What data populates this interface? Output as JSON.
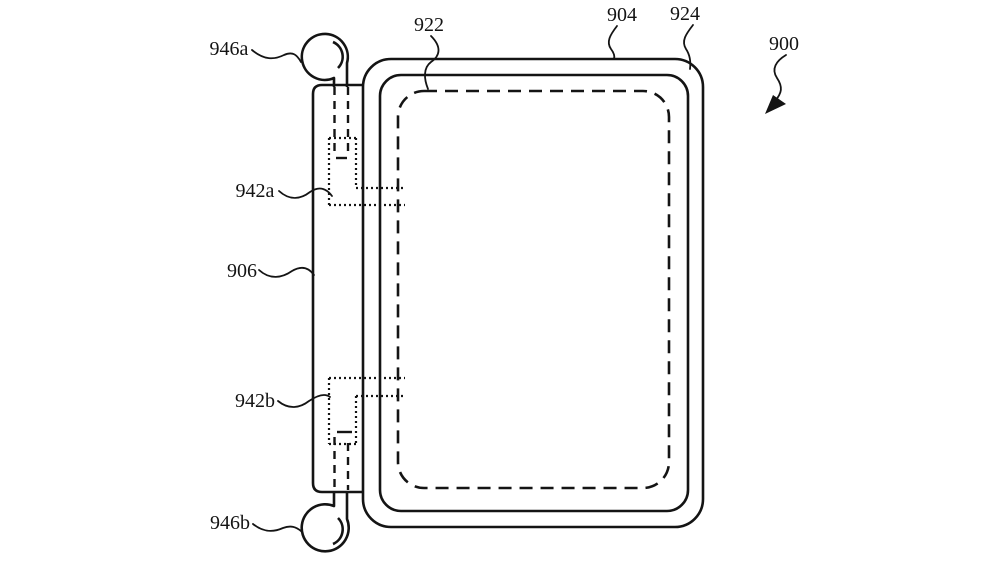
{
  "figure": {
    "background": "#ffffff",
    "line_color": "#141414",
    "labels": [
      {
        "id": "946a",
        "text": "946a"
      },
      {
        "id": "942a",
        "text": "942a"
      },
      {
        "id": "906",
        "text": "906"
      },
      {
        "id": "942b",
        "text": "942b"
      },
      {
        "id": "946b",
        "text": "946b"
      },
      {
        "id": "922",
        "text": "922"
      },
      {
        "id": "904",
        "text": "904"
      },
      {
        "id": "924",
        "text": "924"
      },
      {
        "id": "900",
        "text": "900"
      }
    ]
  }
}
